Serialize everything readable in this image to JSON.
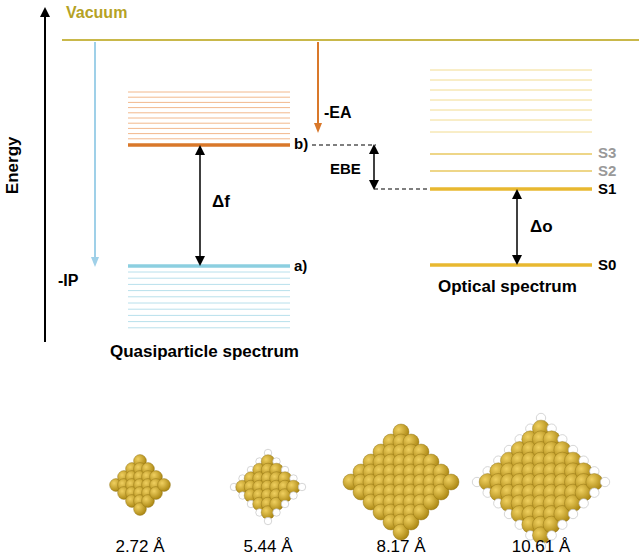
{
  "diagram": {
    "labels": [
      "Vacuum",
      "Energy",
      "-IP",
      "b)",
      "-EA",
      "EBE",
      "Δf",
      "S3",
      "S2",
      "S1",
      "Δo",
      "S0",
      "a)",
      "Quasiparticle spectrum",
      "Optical spectrum",
      "2.72 Å",
      "5.44 Å",
      "8.17 Å",
      "10.61 Å"
    ]
  }
}
